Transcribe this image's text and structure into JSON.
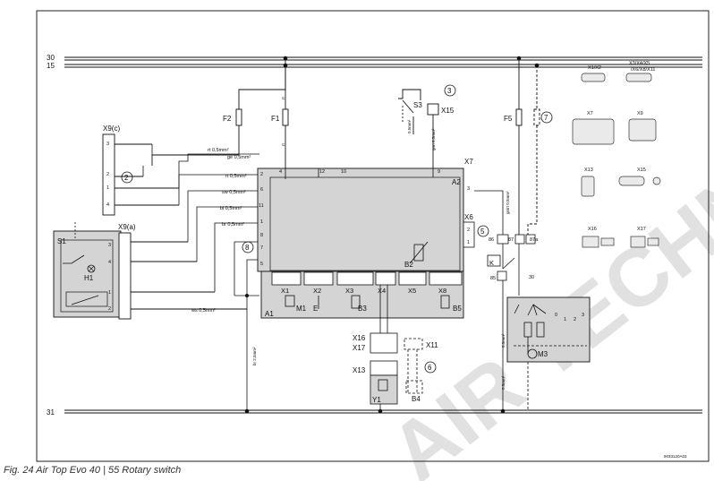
{
  "caption": "Fig. 24 Air Top Evo 40 | 55 Rotary switch",
  "doc_id": "9033120A03",
  "watermark": "AIR TECHNIK",
  "rails": {
    "top1": "30",
    "top2": "15",
    "bottom": "31"
  },
  "fuses": {
    "f1": "F1",
    "f2": "F2",
    "f5": "F5"
  },
  "markers": {
    "m2": "2",
    "m3": "3",
    "m5": "5",
    "m6": "6",
    "m7": "7",
    "m8": "8"
  },
  "components": {
    "x9c": "X9(c)",
    "x9a": "X9(a)",
    "s1": "S1",
    "h1": "H1",
    "s3": "S3",
    "x15": "X15",
    "x7": "X7",
    "a2": "A2",
    "x6": "X6",
    "b2": "B2",
    "a1": "A1",
    "x1": "X1",
    "x2": "X2",
    "x3": "X3",
    "x4": "X4",
    "x5": "X5",
    "x8": "X8",
    "m1": "M1",
    "e": "E",
    "b3": "B3",
    "b5": "B5",
    "x16": "X16",
    "x17": "X17",
    "x13": "X13",
    "x11": "X11",
    "y1": "Y1",
    "b4": "B4",
    "k": "K",
    "m3": "M3"
  },
  "wires": {
    "rt05": "rt 0,5mm²",
    "ge05": "ge 0,5mm²",
    "rt05b": "rt 0,5mm²",
    "sw05": "sw 0,5mm²",
    "bl05": "bl 0,5mm²",
    "br05": "br 0,5mm²",
    "ws05": "ws 0,5mm²",
    "br25": "br 2,5mm²",
    "rt": "rt",
    "rt2": "rt",
    "gnrt": "gnrt 0,5mm²",
    "s3w": "0,5mm²",
    "k05": "0,5mm²",
    "k05b": "0,5mm²",
    "rtsw": "gn/rt 0,5mm²"
  },
  "pins": {
    "t4": "4",
    "t12": "12",
    "t10": "10",
    "t9": "9",
    "r3": "3",
    "l2": "2",
    "l6": "6",
    "l11": "11",
    "l1": "1",
    "l8": "8",
    "l7": "7",
    "l5": "5",
    "x6_2": "2",
    "x6_1": "1",
    "k86": "86",
    "k87": "87",
    "k87a": "87a",
    "k30": "30",
    "k85": "85"
  },
  "legend": {
    "x1x2": "X1/X2",
    "x3x4": "X3/X4/X5",
    "x3x4b": "/X6/X8/X11",
    "x7": "X7",
    "x9": "X9",
    "x13": "X13",
    "x15": "X15",
    "x16": "X16",
    "x17": "X17"
  },
  "rotary": {
    "p0": "0",
    "p1": "1",
    "p2": "2",
    "p3": "3"
  }
}
